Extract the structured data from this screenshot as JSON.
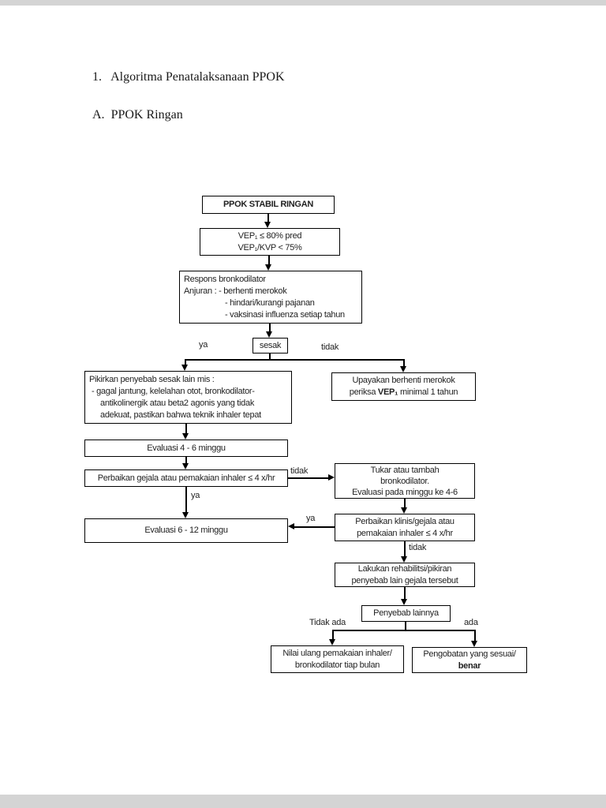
{
  "page": {
    "heading_number": "1.",
    "heading1": "Algoritma Penatalaksanaan PPOK",
    "heading_letter": "A.",
    "heading2": "PPOK Ringan"
  },
  "flowchart": {
    "ppok_stabil": "PPOK STABIL RINGAN",
    "vep": {
      "line1": "VEP₁ ≤ 80% pred",
      "line2": "VEP₁/KVP < 75%"
    },
    "respons": {
      "line1": "Respons bronkodilator",
      "line2": "Anjuran : - berhenti merokok",
      "line3": "- hindari/kurangi pajanan",
      "line4": "- vaksinasi influenza setiap tahun"
    },
    "sesak": "sesak",
    "labels": {
      "ya1": "ya",
      "tidak1": "tidak",
      "tidak2": "tidak",
      "ya2": "ya",
      "ya3": "ya",
      "tidak3": "tidak",
      "tidak_ada": "Tidak ada",
      "ada": "ada"
    },
    "pikirkan": {
      "line1": "Pikirkan penyebab sesak lain mis :",
      "line2": "- gagal jantung, kelelahan otot, bronkodilator-",
      "line3": "antikolinergik atau beta2 agonis yang tidak",
      "line4": "adekuat, pastikan bahwa teknik inhaler tepat"
    },
    "upayakan": {
      "line1": "Upayakan berhenti merokok",
      "line2_pre": "periksa ",
      "line2_bold": "VEP₁",
      "line2_post": " minimal 1 tahun"
    },
    "eval46": "Evaluasi 4 - 6 minggu",
    "perbaikan_gejala": "Perbaikan gejala atau pemakaian inhaler ≤ 4 x/hr",
    "tukar": {
      "line1": "Tukar atau tambah",
      "line2": "bronkodilator.",
      "line3": "Evaluasi pada minggu ke 4-6"
    },
    "eval612": "Evaluasi 6 - 12 minggu",
    "perbaikan_klinis": {
      "line1": "Perbaikan klinis/gejala atau",
      "line2": "pemakaian inhaler ≤ 4 x/hr"
    },
    "lakukan": {
      "line1": "Lakukan rehabilitsi/pikiran",
      "line2": "penyebab lain gejala tersebut"
    },
    "penyebab": "Penyebab lainnya",
    "nilai_ulang": {
      "line1": "Nilai ulang pemakaian inhaler/",
      "line2": "bronkodilator tiap bulan"
    },
    "pengobatan": {
      "line1": "Pengobatan yang sesuai/",
      "line2": "benar"
    }
  }
}
